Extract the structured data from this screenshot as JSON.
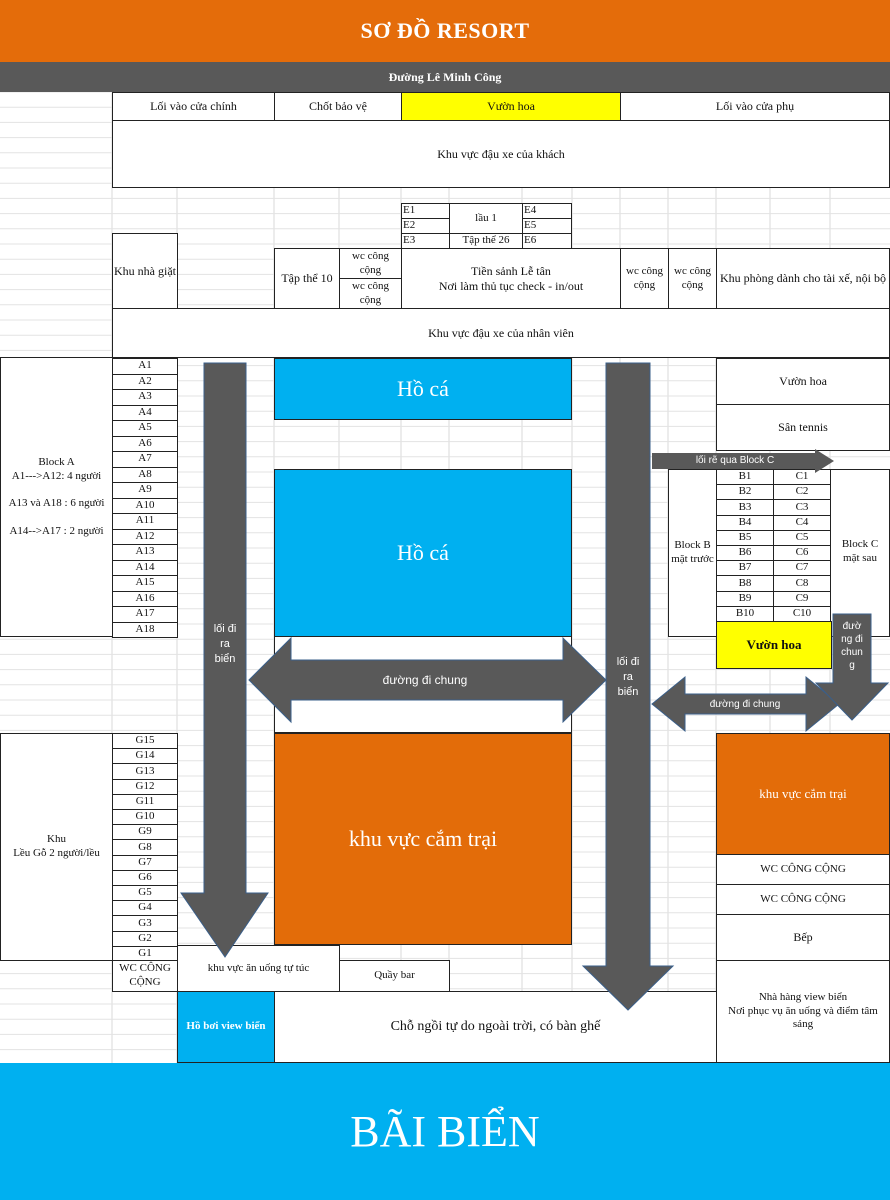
{
  "title": "SƠ ĐỒ RESORT",
  "road": "Đường Lê Minh Công",
  "entrance_row": {
    "main_gate": "Lối vào cửa chính",
    "guard_post": "Chốt bảo vệ",
    "flower_garden": "Vườn hoa",
    "side_gate": "Lối vào cửa phụ"
  },
  "guest_parking": "Khu vực đậu xe của khách",
  "e_block": {
    "left": [
      "E1",
      "E2",
      "E3"
    ],
    "right": [
      "E4",
      "E5",
      "E6"
    ],
    "floor": "lầu 1",
    "group": "Tập thể 26"
  },
  "service_row": {
    "laundry": "Khu nhà giặt",
    "group10": "Tập thể 10",
    "wc_public_1": "wc công cộng",
    "wc_public_2": "wc công cộng",
    "lobby": "Tiền sảnh Lễ tân\nNơi làm thủ tục check - in/out",
    "wc_public_3": "wc công cộng",
    "wc_public_4": "wc công cộng",
    "driver_rooms": "Khu phòng dành cho tài xế, nội bộ"
  },
  "staff_parking": "Khu vực đậu xe của nhân viên",
  "block_a": {
    "label": "Block A\nA1--->A12: 4 người\n\nA13 và A18 : 6 người\n\nA14-->A17 : 2 người",
    "rooms": [
      "A1",
      "A2",
      "A3",
      "A4",
      "A5",
      "A6",
      "A7",
      "A8",
      "A9",
      "A10",
      "A11",
      "A12",
      "A13",
      "A14",
      "A15",
      "A16",
      "A17",
      "A18"
    ]
  },
  "fish_pond_1": "Hồ cá",
  "fish_pond_2": "Hồ cá",
  "right_top": {
    "flower_garden": "Vườn hoa",
    "tennis": "Sân tennis"
  },
  "block_b": {
    "label": "Block B\nmặt trước",
    "rooms": [
      "B1",
      "B2",
      "B3",
      "B4",
      "B5",
      "B6",
      "B7",
      "B8",
      "B9",
      "B10"
    ]
  },
  "block_c": {
    "label": "Block C\nmặt sau",
    "rooms": [
      "C1",
      "C2",
      "C3",
      "C4",
      "C5",
      "C6",
      "C7",
      "C8",
      "C9",
      "C10"
    ]
  },
  "flower_garden_bold": "Vườn hoa",
  "arrows": {
    "to_sea_left": "lối đi\nra\nbiển",
    "to_sea_right": "lối đi\nra\nbiển",
    "common_path_center": "đường đi chung",
    "common_path_right": "đường đi chung",
    "turn_block_c": "lối rẽ qua Block C",
    "common_path_vertical": "đườ\nng đi\nchun\ng"
  },
  "tent_area": {
    "label": "Khu\nLều Gỗ 2 người/lều",
    "rooms": [
      "G15",
      "G14",
      "G13",
      "G12",
      "G11",
      "G10",
      "G9",
      "G8",
      "G7",
      "G6",
      "G5",
      "G4",
      "G3",
      "G2",
      "G1"
    ]
  },
  "camping_center": "khu vực cắm trại",
  "camping_right": "khu vực cắm trại",
  "wc_public_upper_1": "WC CÔNG CỘNG",
  "wc_public_upper_2": "WC CÔNG CỘNG",
  "kitchen": "Bếp",
  "wc_public_bottom": "WC CÔNG\nCỘNG",
  "self_service_dining": "khu vực ăn uống tự túc",
  "bar": "Quầy bar",
  "pool": "Hồ bơi view biển",
  "outdoor_seating": "Chỗ ngồi tự do ngoài trời, có bàn ghế",
  "restaurant": "Nhà hàng view biển\nNơi phục vụ ăn uống và điểm tâm\nsáng",
  "beach": "BÃI BIỂN",
  "colors": {
    "title_bg": "#e46c0a",
    "road_bg": "#595959",
    "yellow": "#ffff00",
    "water": "#00b0f0",
    "camping": "#e36c09",
    "arrow": "#595959"
  }
}
